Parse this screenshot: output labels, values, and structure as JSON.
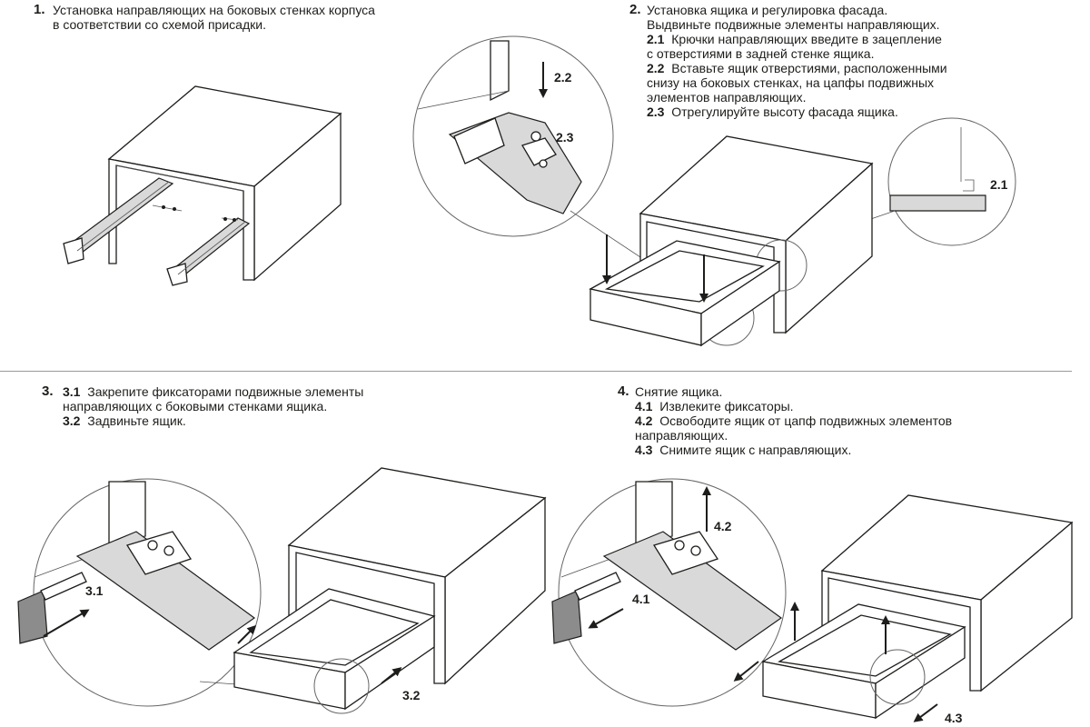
{
  "step1": {
    "num": "1.",
    "lines": [
      "Установка направляющих на боковых стенках корпуса",
      "в соответствии со схемой присадки."
    ]
  },
  "step2": {
    "num": "2.",
    "title_lines": [
      "Установка ящика и регулировка фасада.",
      "Выдвиньте подвижные элементы направляющих."
    ],
    "sub1_num": "2.1",
    "sub1_lines": [
      "Крючки направляющих введите в зацепление",
      "с отверстиями в задней стенке ящика."
    ],
    "sub2_num": "2.2",
    "sub2_lines": [
      "Вставьте ящик отверстиями, расположенными",
      "снизу на боковых стенках, на цапфы подвижных",
      "элементов направляющих."
    ],
    "sub3_num": "2.3",
    "sub3_line": "Отрегулируйте высоту фасада ящика."
  },
  "step3": {
    "num": "3.",
    "sub1_num": "3.1",
    "sub1_lines": [
      "Закрепите фиксаторами подвижные элементы",
      "направляющих с боковыми стенками ящика."
    ],
    "sub2_num": "3.2",
    "sub2_line": "Задвиньте ящик."
  },
  "step4": {
    "num": "4.",
    "title": "Снятие ящика.",
    "sub1_num": "4.1",
    "sub1_line": "Извлеките фиксаторы.",
    "sub2_num": "4.2",
    "sub2_lines": [
      "Освободите ящик от цапф подвижных элементов",
      "направляющих."
    ],
    "sub3_num": "4.3",
    "sub3_line": "Снимите ящик с направляющих."
  },
  "callouts": {
    "c2_1": "2.1",
    "c2_2": "2.2",
    "c2_3": "2.3",
    "c3_1": "3.1",
    "c3_2": "3.2",
    "c4_1": "4.1",
    "c4_2": "4.2",
    "c4_3": "4.3"
  },
  "colors": {
    "line": "#1d1d1b",
    "rail_grey": "#d9d9d9",
    "dark_grey": "#8c8c8c",
    "divider": "#999999"
  }
}
